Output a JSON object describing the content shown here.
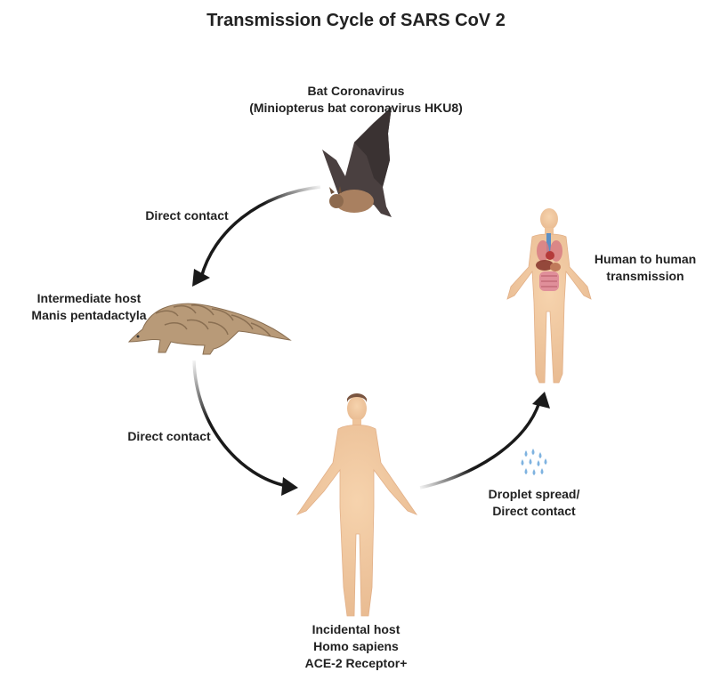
{
  "title": "Transmission Cycle of SARS CoV 2",
  "nodes": {
    "bat": {
      "line1": "Bat Coronavirus",
      "line2": "(Miniopterus bat coronavirus HKU8)"
    },
    "pangolin": {
      "line1": "Intermediate host",
      "line2": "Manis pentadactyla"
    },
    "incidental_human": {
      "line1": "Incidental host",
      "line2": "Homo sapiens",
      "line3": "ACE-2 Receptor+"
    },
    "human_to_human": {
      "line1": "Human to human",
      "line2": "transmission"
    }
  },
  "edges": {
    "bat_to_pangolin": "Direct contact",
    "pangolin_to_human": "Direct contact",
    "human_to_human": {
      "line1": "Droplet spread/",
      "line2": "Direct contact"
    }
  },
  "colors": {
    "arrow": "#1a1a1a",
    "skin": "#f1c9a0",
    "bat": "#4a4040",
    "pangolin": "#b89a78",
    "droplet": "#7fb3e0"
  }
}
